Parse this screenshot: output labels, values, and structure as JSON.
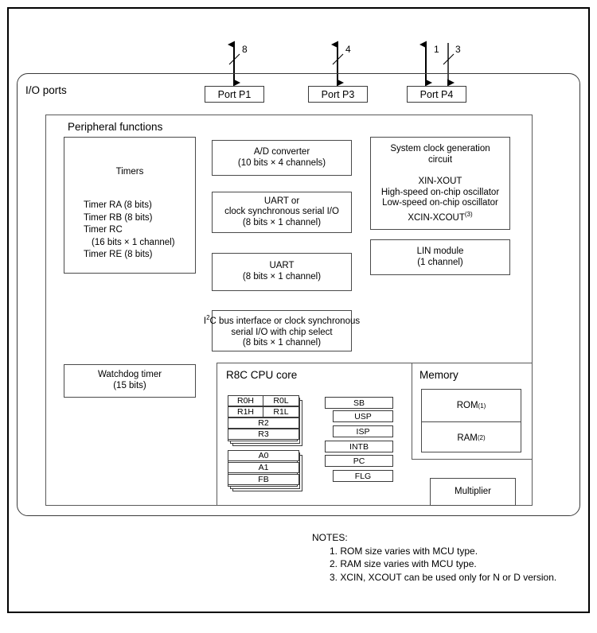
{
  "diagram": {
    "io_ports_label": "I/O ports",
    "peripheral_label": "Peripheral functions",
    "cpu_label": "R8C CPU core",
    "memory_label": "Memory"
  },
  "ports": [
    {
      "name": "Port P1",
      "bus_width": "8",
      "arrow": "bidirectional"
    },
    {
      "name": "Port P3",
      "bus_width": "4",
      "arrow": "bidirectional"
    },
    {
      "name": "Port P4",
      "bus_width": "1",
      "arrow": "bidirectional",
      "second_bus_width": "3",
      "second_arrow": "input"
    }
  ],
  "timers": {
    "title": "Timers",
    "items": [
      "Timer RA (8 bits)",
      "Timer RB (8 bits)",
      "Timer RC",
      "(16 bits × 1 channel)",
      "Timer RE (8 bits)"
    ]
  },
  "peripherals": {
    "adc": [
      "A/D converter",
      "(10 bits × 4 channels)"
    ],
    "uart_sync": [
      "UART or",
      "clock synchronous serial I/O",
      "(8 bits × 1 channel)"
    ],
    "uart": [
      "UART",
      "(8 bits × 1 channel)"
    ],
    "i2c": [
      "bus interface or clock synchronous",
      "serial I/O with chip select",
      "(8 bits × 1 channel)"
    ],
    "i2c_prefix": "I",
    "i2c_sup": "2",
    "i2c_suffix": "C ",
    "clock": {
      "title_line1": "System clock generation",
      "title_line2": "circuit",
      "lines": [
        "XIN-XOUT",
        "High-speed on-chip oscillator",
        "Low-speed on-chip oscillator"
      ],
      "xcin_label": "XCIN-XCOUT",
      "xcin_note": "(3)"
    },
    "lin": [
      "LIN module",
      "(1 channel)"
    ],
    "watchdog": [
      "Watchdog timer",
      "(15 bits)"
    ],
    "multiplier": [
      "Multiplier"
    ]
  },
  "cpu_registers": {
    "bank": [
      {
        "left": "R0H",
        "right": "R0L"
      },
      {
        "left": "R1H",
        "right": "R1L"
      },
      {
        "full": "R2"
      },
      {
        "full": "R3"
      }
    ],
    "address": [
      "A0",
      "A1",
      "FB"
    ],
    "control": [
      {
        "label": "SB",
        "indent": false
      },
      {
        "label": "USP",
        "indent": true
      },
      {
        "label": "ISP",
        "indent": true
      },
      {
        "label": "INTB",
        "indent": false
      },
      {
        "label": "PC",
        "indent": false
      },
      {
        "label": "FLG",
        "indent": true
      }
    ]
  },
  "memory": {
    "rom_label": "ROM",
    "rom_note": "(1)",
    "ram_label": "RAM",
    "ram_note": "(2)"
  },
  "notes": {
    "heading": "NOTES:",
    "items": [
      "1. ROM size varies with MCU type.",
      "2. RAM size varies with MCU type.",
      "3. XCIN, XCOUT can be used only for N or D version."
    ]
  }
}
